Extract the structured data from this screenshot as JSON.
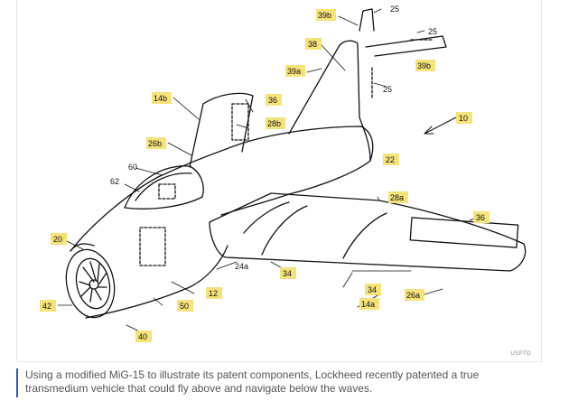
{
  "figure": {
    "labels": {
      "l25a": "25",
      "l25b": "25",
      "l25c": "25",
      "l39b1": "39b",
      "l39b2": "39b",
      "l38": "38",
      "l39a": "39a",
      "l10": "10",
      "l14b": "14b",
      "l36a": "36",
      "l28b": "28b",
      "l26b": "26b",
      "l22": "22",
      "l60": "60",
      "l62": "62",
      "l28a": "28a",
      "l36b": "36",
      "l20": "20",
      "l24a": "24a",
      "l34a": "34",
      "l12": "12",
      "l34b": "34",
      "l14a": "14a",
      "l26a": "26a",
      "l42": "42",
      "l50": "50",
      "l40": "40"
    },
    "credit": "USPTO"
  },
  "caption": {
    "text": "Using a modified MiG-15 to illustrate its patent components, Lockheed recently patented a true transmedium vehicle that could fly above and navigate below the waves."
  },
  "colors": {
    "tag": "#f5e27a",
    "caption_bar": "#2a5db0",
    "caption_text": "#555555"
  }
}
